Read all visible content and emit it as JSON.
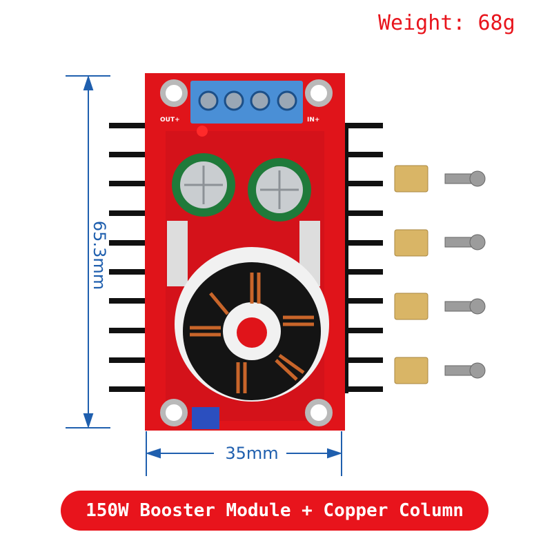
{
  "weight_label": "Weight: 68g",
  "dimensions": {
    "height": "65.3mm",
    "width": "35mm"
  },
  "pcb_labels": {
    "out": "OUT+",
    "in": "IN+"
  },
  "banner": "150W Booster Module + Copper Column",
  "colors": {
    "accent": "#e8141c",
    "dimension": "#1f5fae",
    "pcb": "#e0141a",
    "terminal": "#4a8fd6"
  }
}
